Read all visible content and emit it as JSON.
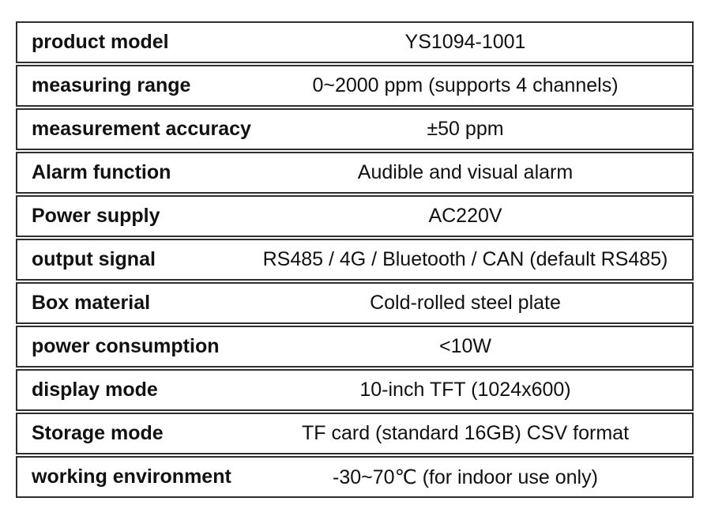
{
  "table": {
    "title": "product specification table",
    "colors": {
      "border": "#2e2e2e",
      "text": "#111111",
      "background": "#ffffff"
    },
    "rows": [
      {
        "label": "product model",
        "value": "YS1094-1001"
      },
      {
        "label": "measuring range",
        "value": "0~2000 ppm (supports 4 channels)"
      },
      {
        "label": "measurement accuracy",
        "value": "±50 ppm"
      },
      {
        "label": "Alarm function",
        "value": "Audible and visual alarm"
      },
      {
        "label": "Power supply",
        "value": "AC220V"
      },
      {
        "label": "output signal",
        "value": "RS485 / 4G / Bluetooth / CAN (default RS485)"
      },
      {
        "label": "Box material",
        "value": "Cold-rolled steel plate"
      },
      {
        "label": "power consumption",
        "value": "<10W"
      },
      {
        "label": "display mode",
        "value": "10-inch TFT (1024x600)"
      },
      {
        "label": "Storage mode",
        "value": "TF card (standard 16GB) CSV format"
      },
      {
        "label": "working environment",
        "value": "-30~70℃ (for indoor use only)"
      }
    ]
  }
}
